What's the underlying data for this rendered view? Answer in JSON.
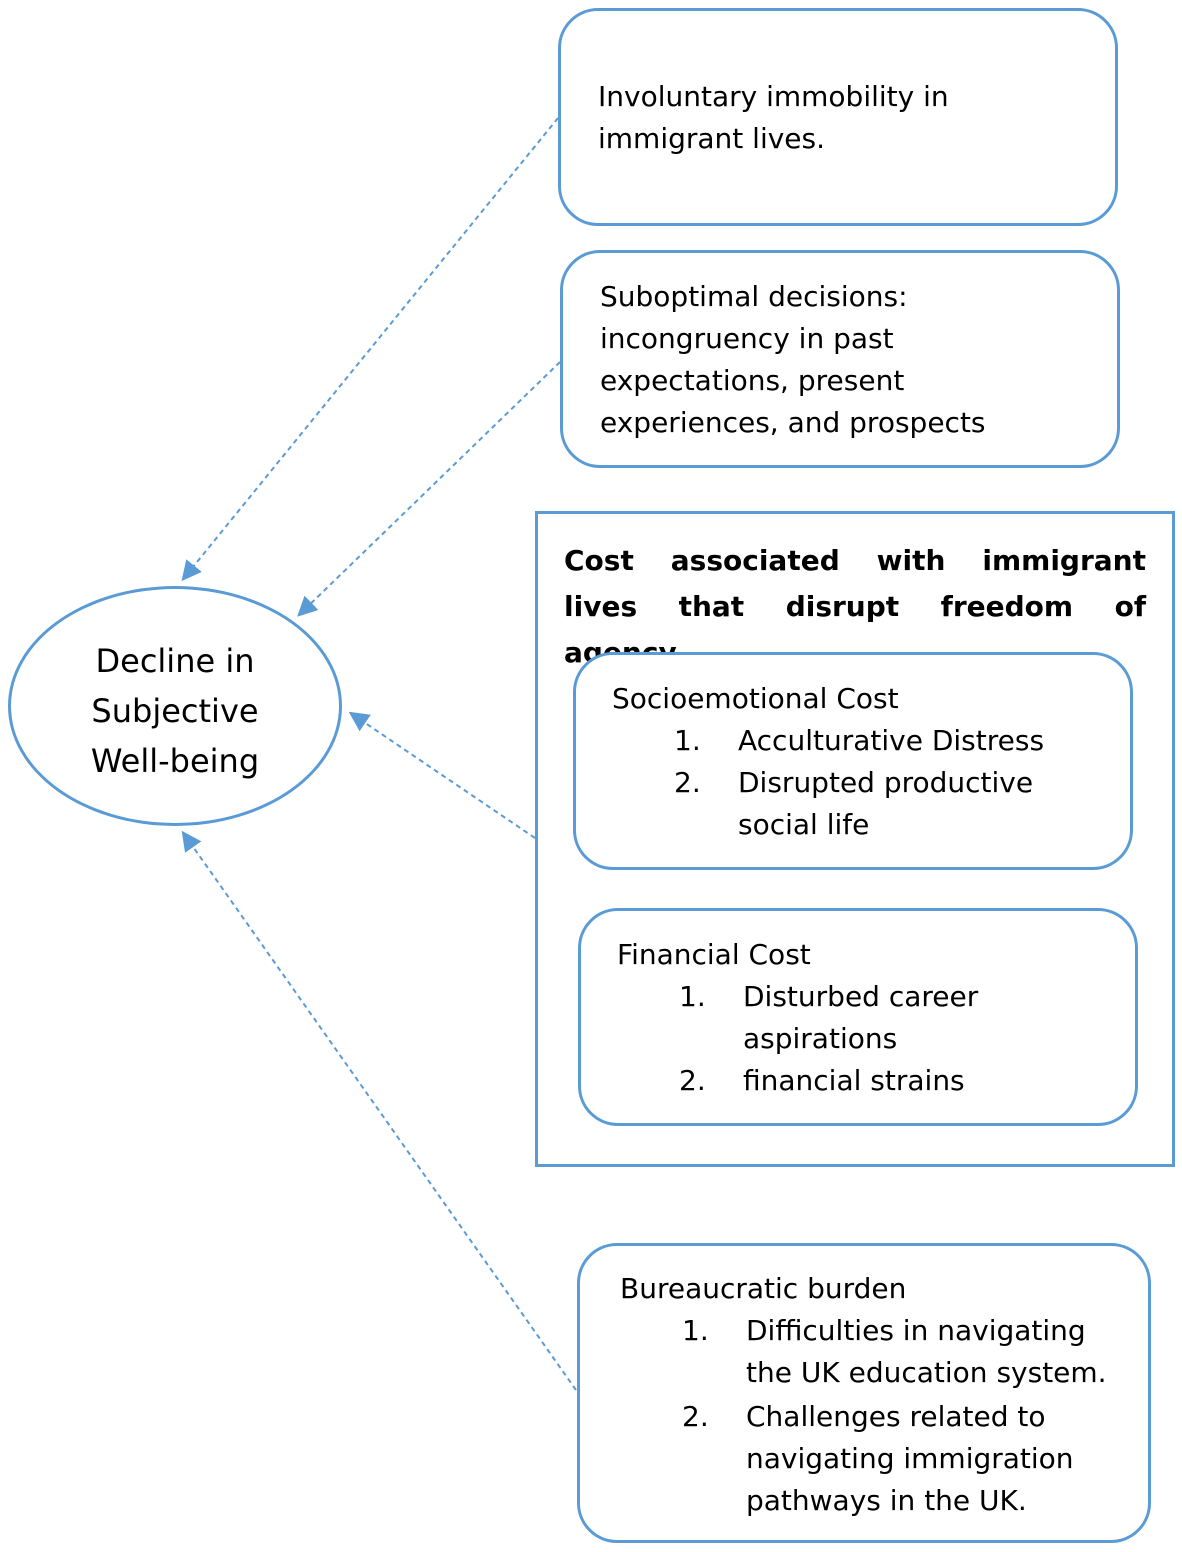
{
  "colors": {
    "outline": "#5b9bd5",
    "text": "#000000",
    "background": "#ffffff"
  },
  "outcome": {
    "lines": [
      "Decline in",
      "Subjective",
      "Well-being"
    ]
  },
  "box_immobility": {
    "lines": [
      "Involuntary immobility in",
      "immigrant lives."
    ]
  },
  "box_decisions": {
    "lines": [
      "Suboptimal decisions:",
      "incongruency in past",
      "expectations, present",
      "experiences, and prospects"
    ]
  },
  "cost_group": {
    "heading": "Cost associated with immigrant lives that disrupt freedom of agency.",
    "socioemotional": {
      "title": "Socioemotional Cost",
      "items": [
        {
          "num": "1.",
          "lines": [
            "Acculturative Distress"
          ]
        },
        {
          "num": "2.",
          "lines": [
            "Disrupted productive",
            "social life"
          ]
        }
      ]
    },
    "financial": {
      "title": "Financial Cost",
      "items": [
        {
          "num": "1.",
          "lines": [
            "Disturbed career",
            "aspirations"
          ]
        },
        {
          "num": "2.",
          "lines": [
            "financial strains"
          ]
        }
      ]
    }
  },
  "box_bureaucratic": {
    "title": "Bureaucratic burden",
    "items": [
      {
        "num": "1.",
        "lines": [
          "Difficulties in navigating",
          "the UK education system."
        ]
      },
      {
        "num": "2.",
        "lines": [
          "Challenges related to",
          "navigating immigration",
          "pathways in the UK."
        ]
      }
    ]
  }
}
